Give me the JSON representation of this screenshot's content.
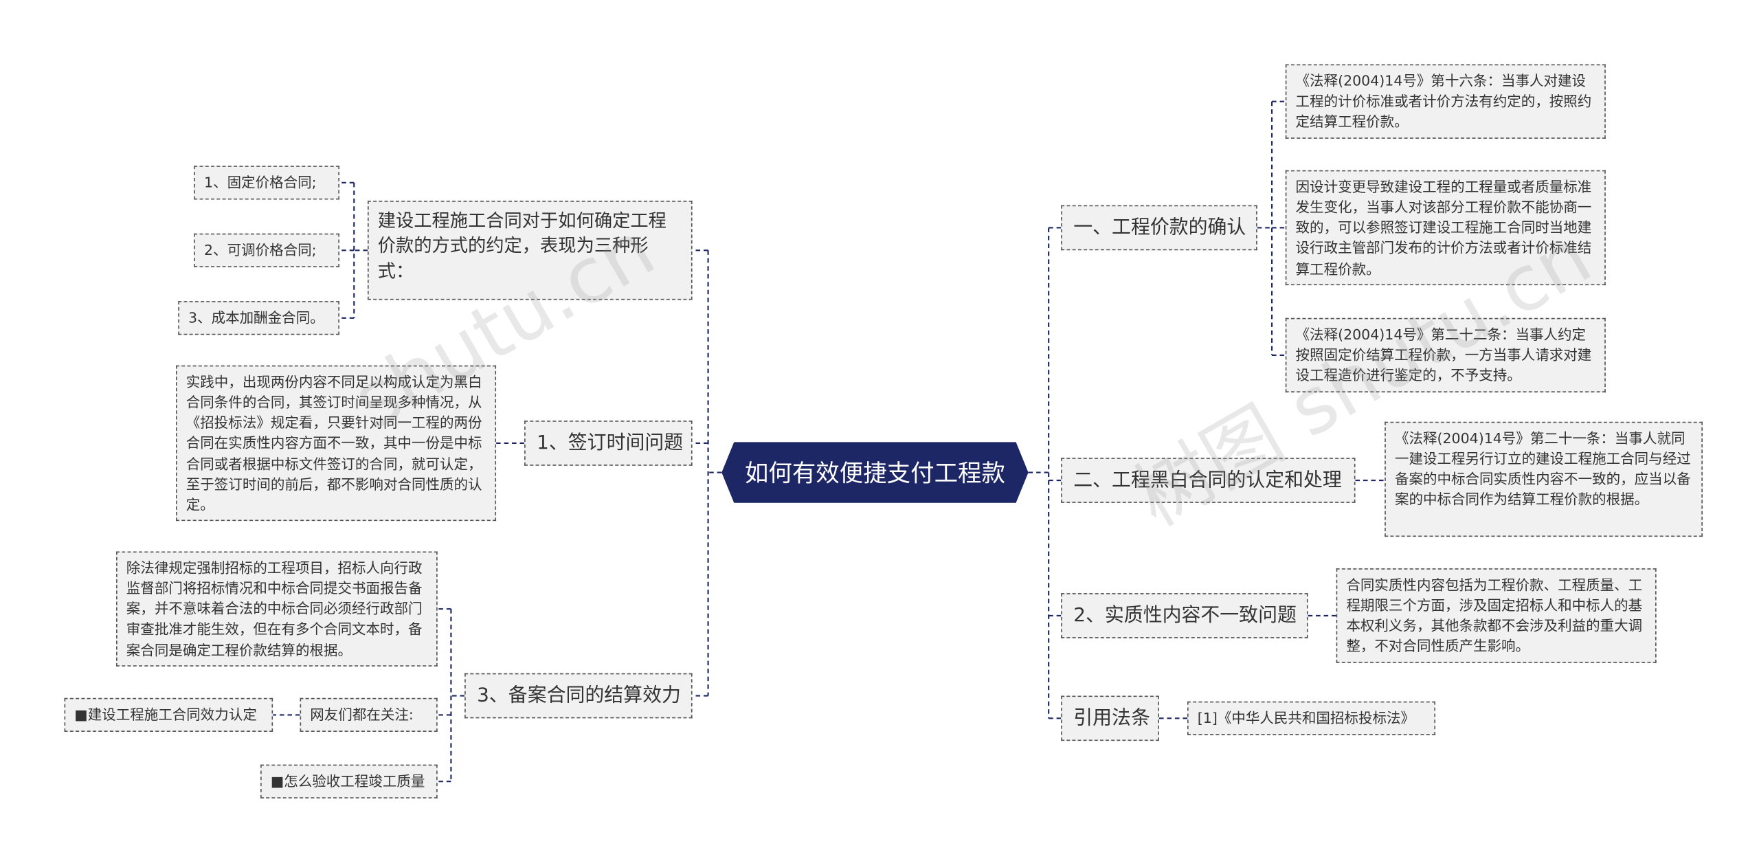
{
  "root": "如何有效便捷支付工程款",
  "right": {
    "confirm": {
      "label": "一、工程价款的确认",
      "details": [
        "《法释(2004)14号》第十六条：当事人对建设工程的计价标准或者计价方法有约定的，按照约定结算工程价款。",
        "因设计变更导致建设工程的工程量或者质量标准发生变化，当事人对该部分工程价款不能协商一致的，可以参照签订建设工程施工合同时当地建设行政主管部门发布的计价方法或者计价标准结算工程价款。",
        "《法释(2004)14号》第二十二条：当事人约定按照固定价结算工程价款，一方当事人请求对建设工程造价进行鉴定的，不予支持。"
      ]
    },
    "yinyang": {
      "label": "二、工程黑白合同的认定和处理",
      "detail": "《法释(2004)14号》第二十一条：当事人就同一建设工程另行订立的建设工程施工合同与经过备案的中标合同实质性内容不一致的，应当以备案的中标合同作为结算工程价款的根据。"
    },
    "substantive": {
      "label": "2、实质性内容不一致问题",
      "detail": "合同实质性内容包括为工程价款、工程质量、工程期限三个方面，涉及固定招标人和中标人的基本权利义务，其他条款都不会涉及利益的重大调整，不对合同性质产生影响。"
    },
    "law": {
      "label": "引用法条",
      "detail": "[1]《中华人民共和国招标投标法》"
    }
  },
  "left": {
    "contract_forms": {
      "label": "建设工程施工合同对于如何确定工程价款的方式的约定，表现为三种形式：",
      "items": [
        "1、固定价格合同;",
        "2、可调价格合同;",
        "3、成本加酬金合同。"
      ]
    },
    "signing": {
      "label": "1、签订时间问题",
      "detail": "实践中，出现两份内容不同足以构成认定为黑白合同条件的合同，其签订时间呈现多种情况，从《招投标法》规定看，只要针对同一工程的两份合同在实质性内容方面不一致，其中一份是中标合同或者根据中标文件签订的合同，就可认定，至于签订时间的前后，都不影响对合同性质的认定。"
    },
    "filing": {
      "label": "3、备案合同的结算效力",
      "detail": "除法律规定强制招标的工程项目，招标人向行政监督部门将招标情况和中标合同提交书面报告备案，并不意味着合法的中标合同必须经行政部门审查批准才能生效，但在有多个合同文本时，备案合同是确定工程价款结算的根据。",
      "netizens": {
        "label": "网友们都在关注:",
        "items": [
          "■建设工程施工合同效力认定",
          "■怎么验收工程竣工质量"
        ]
      }
    }
  },
  "watermarks": [
    "shutu.cn",
    "树图 shutu.cn"
  ],
  "colors": {
    "root_fill": "#1e2766",
    "line": "#1e2766",
    "node_fill": "#f1f1f1",
    "node_border": "#555555",
    "text": "#333333"
  }
}
